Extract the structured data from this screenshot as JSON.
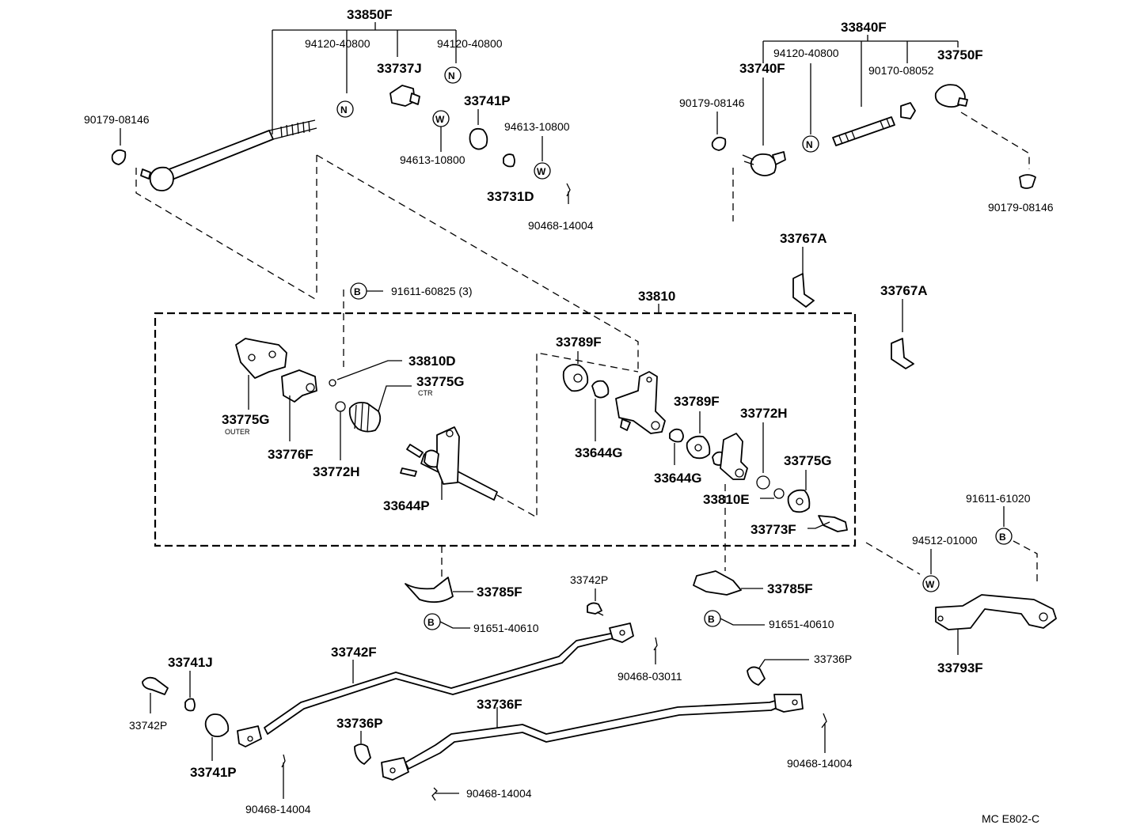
{
  "labels": {
    "p33850F": "33850F",
    "p94120_a": "94120-40800",
    "p94120_b": "94120-40800",
    "p33737J": "33737J",
    "p90179_tl": "90179-08146",
    "p33741P_top": "33741P",
    "p94613_a": "94613-10800",
    "p94613_b": "94613-10800",
    "p33731D": "33731D",
    "p90468_top": "90468-14004",
    "p33840F": "33840F",
    "p94120_c": "94120-40800",
    "p33740F": "33740F",
    "p33750F": "33750F",
    "p90170": "90170-08052",
    "p90179_tr": "90179-08146",
    "p90179_br": "90179-08146",
    "p33767A_a": "33767A",
    "p33767A_b": "33767A",
    "p91611_60825": "91611-60825 (3)",
    "p33810": "33810",
    "p33810D": "33810D",
    "p33775G_ctr": "33775G",
    "ctr": "CTR",
    "p33775G_outer": "33775G",
    "outer": "OUTER",
    "p33776F": "33776F",
    "p33772H_left": "33772H",
    "p33644P": "33644P",
    "p33789F_a": "33789F",
    "p33644G_a": "33644G",
    "p33789F_b": "33789F",
    "p33644G_b": "33644G",
    "p33772H_right": "33772H",
    "p33775G_right": "33775G",
    "p33810E": "33810E",
    "p33773F": "33773F",
    "p91611_61020": "91611-61020",
    "p94512": "94512-01000",
    "p33793F": "33793F",
    "p33785F_a": "33785F",
    "p91651_a": "91651-40610",
    "p33742P_top": "33742P",
    "p33785F_b": "33785F",
    "p91651_b": "91651-40610",
    "p33742F": "33742F",
    "p90468_03011": "90468-03011",
    "p33736P_right": "33736P",
    "p33741J": "33741J",
    "p33742P_left": "33742P",
    "p33741P_bottom": "33741P",
    "p33736F": "33736F",
    "p33736P_left": "33736P",
    "p90468_bot_left": "90468-14004",
    "p90468_bot_mid": "90468-14004",
    "p90468_bot_right": "90468-14004",
    "code": "MC  E802-C"
  },
  "callout_letters": {
    "n": "N",
    "w": "W",
    "b": "B"
  }
}
